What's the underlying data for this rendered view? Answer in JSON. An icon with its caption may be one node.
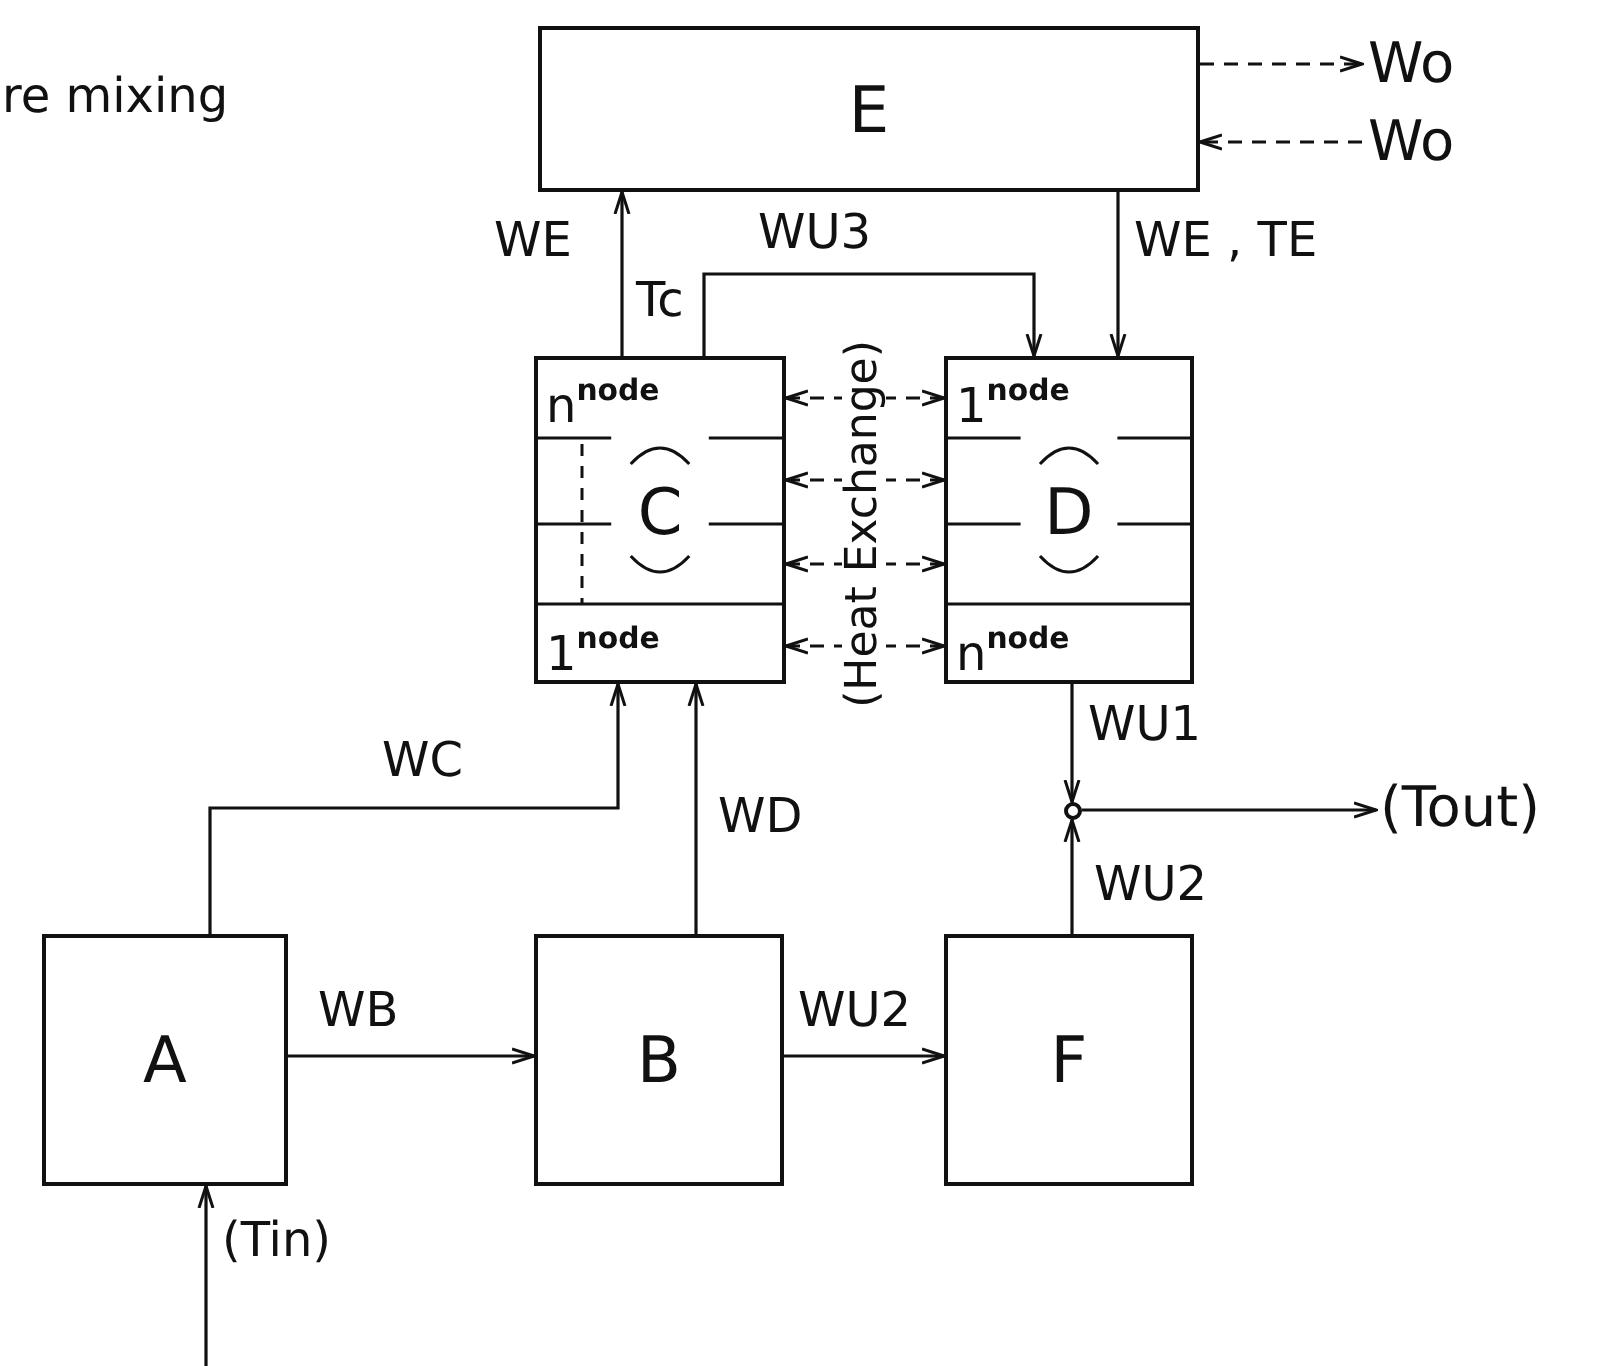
{
  "diagram": {
    "nodes": [
      {
        "text": [
          "E"
        ]
      },
      {
        "text": [
          "n$^{node}$",
          "C",
          "1$^{node}$"
        ]
      },
      {
        "text": [
          "1$^{node}$",
          "D",
          "n$^{node}$"
        ]
      },
      {
        "text": [
          "A"
        ]
      },
      {
        "text": [
          "B"
        ]
      },
      {
        "text": [
          "F"
        ]
      },
      {
        "text": [
          "Wo"
        ]
      },
      {
        "text": [
          "Wo"
        ]
      },
      {
        "text": [
          "(Tout)"
        ]
      },
      {
        "text": [],
        "shape": "circle"
      }
    ],
    "edges": [
      {
        "from": 1,
        "to": 0,
        "arrow": "to",
        "label": "WE"
      },
      {
        "from": 1,
        "to": 2,
        "arrow": "to",
        "label": "WU3"
      },
      {
        "from": 0,
        "to": 2,
        "arrow": "to",
        "label": "WE , TE"
      },
      {
        "from": 0,
        "to": 6,
        "arrow": "to",
        "style": "dashed"
      },
      {
        "from": 7,
        "to": 0,
        "arrow": "to",
        "style": "dashed"
      },
      {
        "from": 1,
        "to": 2,
        "arrow": "both",
        "style": "dashed"
      },
      {
        "from": 1,
        "to": 2,
        "arrow": "both",
        "style": "dashed"
      },
      {
        "from": 1,
        "to": 2,
        "arrow": "both",
        "style": "dashed"
      },
      {
        "from": 1,
        "to": 2,
        "arrow": "both",
        "style": "dashed"
      },
      {
        "from": 3,
        "to": 1,
        "arrow": "to",
        "label": "WC"
      },
      {
        "from": 4,
        "to": 1,
        "arrow": "to",
        "label": "WD"
      },
      {
        "from": 3,
        "to": 4,
        "arrow": "to",
        "label": "WB"
      },
      {
        "from": 4,
        "to": 5,
        "arrow": "to",
        "label": "WU2"
      },
      {
        "from": 2,
        "to": 9,
        "arrow": "to",
        "label": "WU1"
      },
      {
        "from": 5,
        "to": 9,
        "arrow": "to",
        "label": "WU2"
      },
      {
        "from": 9,
        "to": 8,
        "arrow": "to"
      },
      {
        "from": null,
        "to": 3,
        "arrow": "to",
        "label": "(Tin)"
      }
    ],
    "labels": [
      "re mixing",
      "Tc",
      "(Heat Exchange)"
    ]
  }
}
